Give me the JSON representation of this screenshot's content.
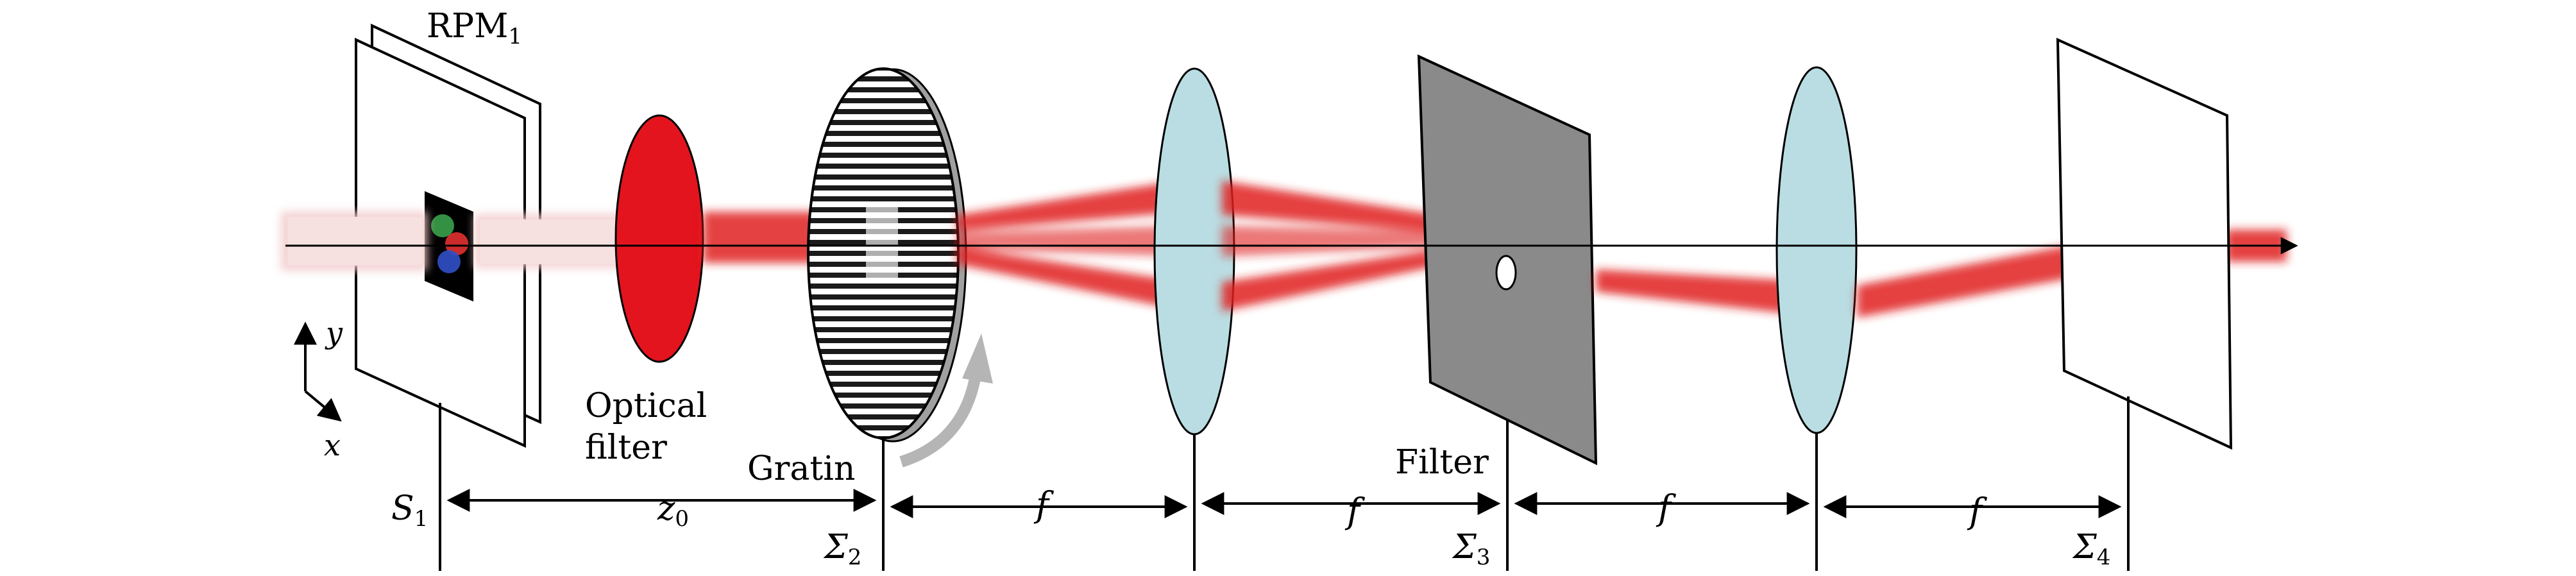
{
  "labels": {
    "rpm_base": "RPM",
    "rpm_sub": "1",
    "optical_filter_1": "Optical",
    "optical_filter_2": "filter",
    "grating": "Gratin",
    "filter": "Filter",
    "s1_base": "S",
    "s1_sub": "1",
    "z0_base": "z",
    "z0_sub": "0",
    "sigma2_base": "Σ",
    "sigma2_sub": "2",
    "sigma3_base": "Σ",
    "sigma3_sub": "3",
    "sigma4_base": "Σ",
    "sigma4_sub": "4",
    "f1": "f",
    "f2": "f",
    "f3": "f",
    "f4": "f",
    "axis_x": "x",
    "axis_y": "y"
  },
  "colors": {
    "beam": "#e02020",
    "filter_red": "#e3141e",
    "lens": "#b9dde2",
    "filter_plate": "#8a8a8a",
    "arrow_gray": "#b5b5b5"
  }
}
